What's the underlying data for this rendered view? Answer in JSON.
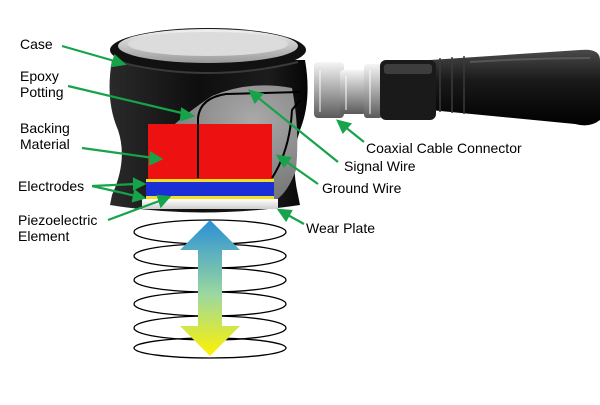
{
  "labels": {
    "case": "Case",
    "epoxy_potting": [
      "Epoxy",
      "Potting"
    ],
    "backing_material": [
      "Backing",
      "Material"
    ],
    "electrodes": "Electrodes",
    "piezoelectric_element": [
      "Piezoelectric",
      "Element"
    ],
    "coaxial_cable_connector": "Coaxial Cable Connector",
    "signal_wire": "Signal Wire",
    "ground_wire": "Ground Wire",
    "wear_plate": "Wear Plate"
  },
  "colors": {
    "arrow": "#16a34a",
    "backing": "#ee1111",
    "electrode": "#f2e027",
    "piezo": "#1b2fd6",
    "epoxy": "#8a8a8a",
    "case_body": "#111111",
    "wave_top": "#2a8fd6",
    "wave_bottom": "#fff200"
  }
}
